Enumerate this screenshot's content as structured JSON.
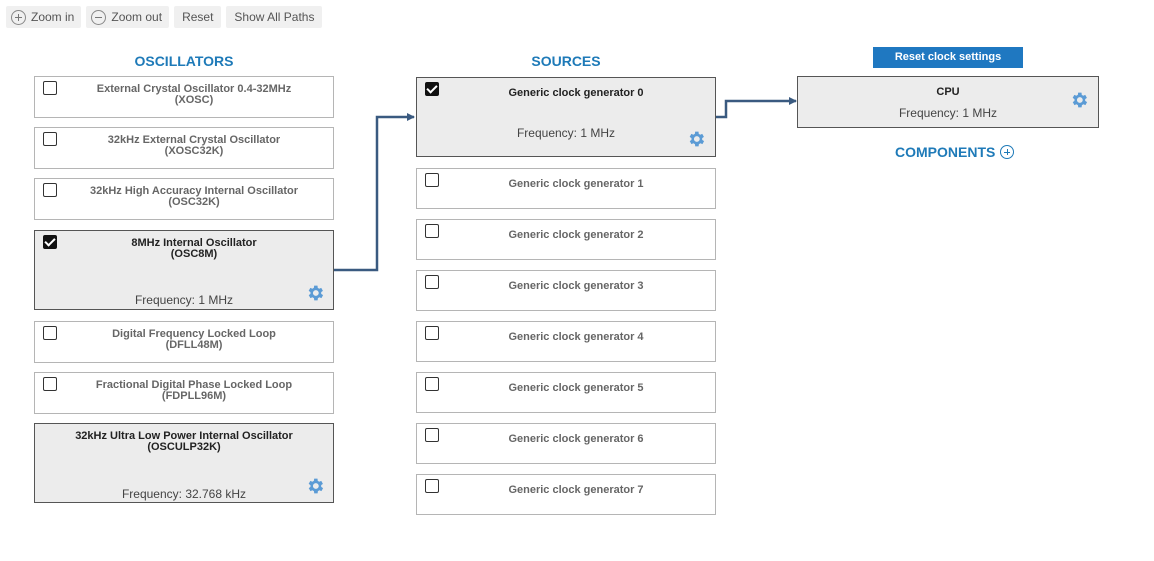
{
  "toolbar": {
    "zoom_in": "Zoom in",
    "zoom_out": "Zoom out",
    "reset": "Reset",
    "show_all_paths": "Show All Paths"
  },
  "columns": {
    "oscillators": "OSCILLATORS",
    "sources": "SOURCES",
    "components": "COMPONENTS"
  },
  "reset_clock_settings": "Reset clock settings",
  "oscillators": [
    {
      "line1": "External Crystal Oscillator 0.4-32MHz",
      "line2": "(XOSC)",
      "checked": false
    },
    {
      "line1": "32kHz External Crystal Oscillator",
      "line2": "(XOSC32K)",
      "checked": false
    },
    {
      "line1": "32kHz High Accuracy Internal Oscillator",
      "line2": "(OSC32K)",
      "checked": false
    },
    {
      "line1": "8MHz Internal Oscillator",
      "line2": "(OSC8M)",
      "checked": true,
      "frequency": "Frequency: 1 MHz"
    },
    {
      "line1": "Digital Frequency Locked Loop",
      "line2": "(DFLL48M)",
      "checked": false
    },
    {
      "line1": "Fractional Digital Phase Locked Loop",
      "line2": "(FDPLL96M)",
      "checked": false
    },
    {
      "line1": "32kHz Ultra Low Power Internal Oscillator",
      "line2": "(OSCULP32K)",
      "frequency": "Frequency: 32.768 kHz"
    }
  ],
  "sources": [
    {
      "name": "Generic clock generator 0",
      "checked": true,
      "frequency": "Frequency: 1 MHz"
    },
    {
      "name": "Generic clock generator 1",
      "checked": false
    },
    {
      "name": "Generic clock generator 2",
      "checked": false
    },
    {
      "name": "Generic clock generator 3",
      "checked": false
    },
    {
      "name": "Generic clock generator 4",
      "checked": false
    },
    {
      "name": "Generic clock generator 5",
      "checked": false
    },
    {
      "name": "Generic clock generator 6",
      "checked": false
    },
    {
      "name": "Generic clock generator 7",
      "checked": false
    }
  ],
  "cpu": {
    "name": "CPU",
    "frequency": "Frequency: 1 MHz"
  },
  "colors": {
    "accent": "#1e7ab8",
    "wire": "#3a5a80",
    "gear": "#5b9bd5"
  },
  "icons": [
    "zoom-in-icon",
    "zoom-out-icon",
    "gear-icon",
    "add-icon"
  ]
}
